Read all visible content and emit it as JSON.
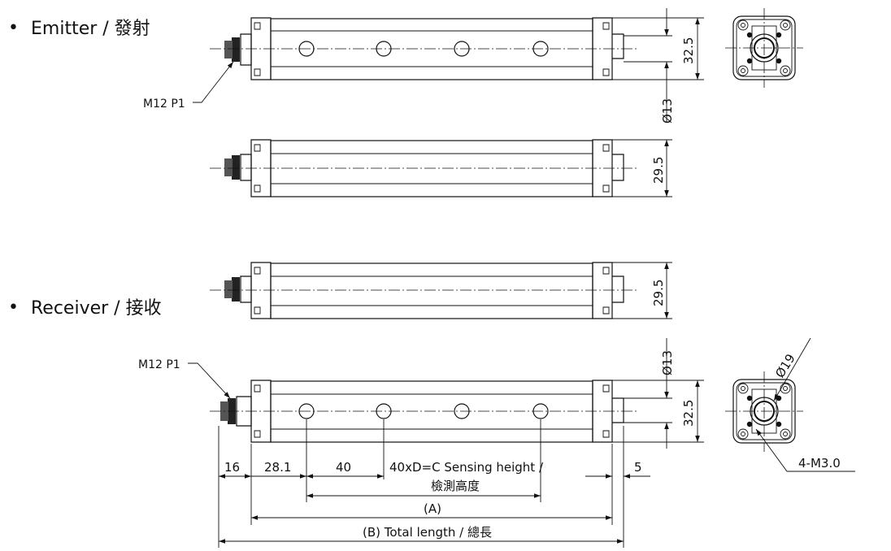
{
  "sections": {
    "emitter": {
      "bullet": "•",
      "title": "Emitter / 發射"
    },
    "receiver": {
      "bullet": "•",
      "title": "Receiver / 接收"
    }
  },
  "connector_label": "M12 P1",
  "dims": {
    "h_emitter_side": "32.5",
    "h_side": "29.5",
    "h_receiver_side": "32.5",
    "dia_lens": "Ø13",
    "dia_19": "Ø19",
    "thread": "4-M3.0",
    "d16": "16",
    "d28": "28.1",
    "d40": "40",
    "d5": "5",
    "sensing_line1": "40xD=C Sensing height /",
    "sensing_line2": "檢測高度",
    "a_label": "(A)",
    "b_label": "(B) Total length / 總長"
  }
}
